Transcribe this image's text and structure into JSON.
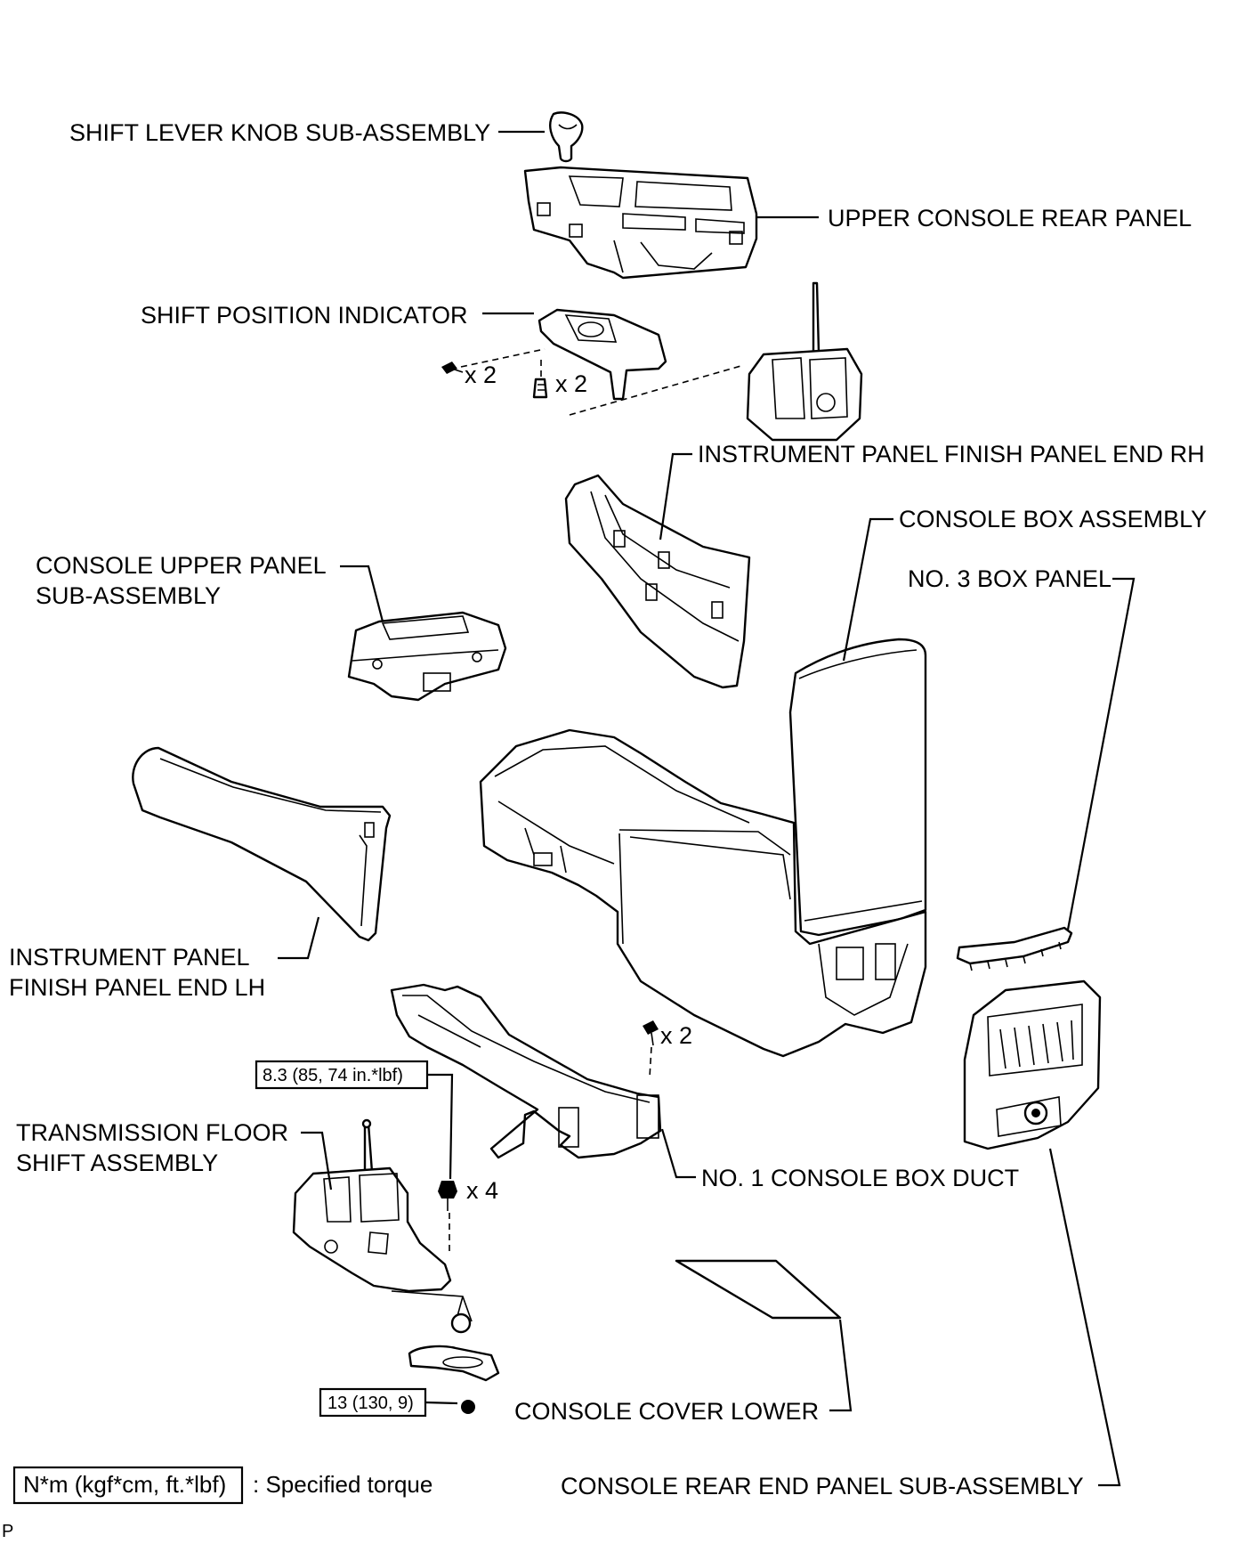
{
  "labels": {
    "shift_lever_knob": "SHIFT LEVER KNOB SUB-ASSEMBLY",
    "upper_console_rear_panel": "UPPER CONSOLE REAR PANEL",
    "shift_position_indicator": "SHIFT POSITION INDICATOR",
    "inst_panel_end_rh": "INSTRUMENT PANEL FINISH PANEL END RH",
    "console_box_assembly": "CONSOLE BOX ASSEMBLY",
    "console_upper_panel_l1": "CONSOLE UPPER PANEL",
    "console_upper_panel_l2": "SUB-ASSEMBLY",
    "no3_box_panel": "NO. 3 BOX PANEL",
    "inst_panel_end_lh_l1": "INSTRUMENT PANEL",
    "inst_panel_end_lh_l2": "FINISH PANEL END LH",
    "transmission_floor_l1": "TRANSMISSION FLOOR",
    "transmission_floor_l2": "SHIFT ASSEMBLY",
    "no1_console_box_duct": "NO. 1 CONSOLE BOX DUCT",
    "console_cover_lower": "CONSOLE COVER LOWER",
    "console_rear_end_panel": "CONSOLE REAR END PANEL SUB-ASSEMBLY"
  },
  "quantities": {
    "indicator_screw": "x 2",
    "indicator_clip": "x 2",
    "console_screw": "x 2",
    "shift_bolt": "x 4"
  },
  "torques": {
    "shift_bolt": "8.3 (85, 74 in.*lbf)",
    "cable_nut": "13 (130, 9)"
  },
  "legend": {
    "unit_box": "N*m (kgf*cm, ft.*lbf)",
    "text": ": Specified torque"
  },
  "footer_mark": "P"
}
